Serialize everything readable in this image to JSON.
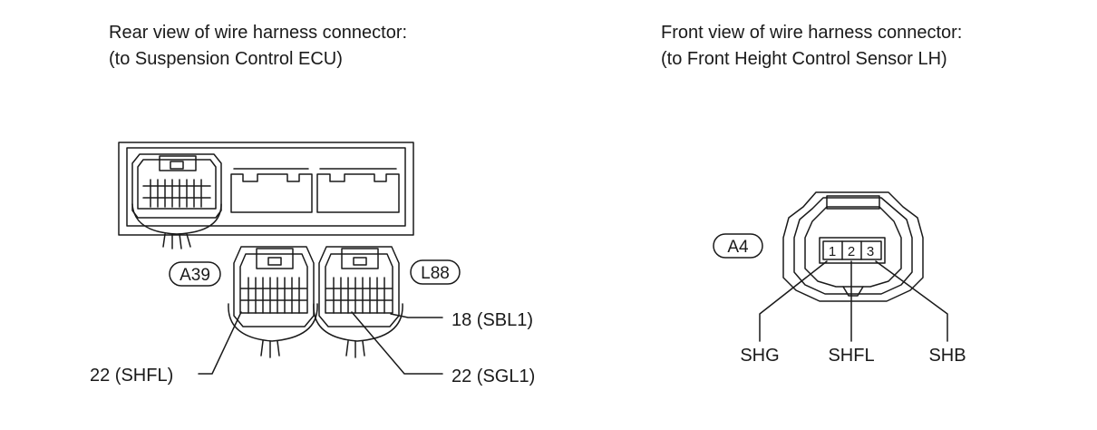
{
  "left_panel": {
    "title_line1": "Rear view of wire harness connector:",
    "title_line2": "(to Suspension Control ECU)",
    "connectors": [
      "A39",
      "L88"
    ],
    "pin_labels": {
      "shfl": "22 (SHFL)",
      "sbl1": "18 (SBL1)",
      "sgl1": "22 (SGL1)"
    }
  },
  "right_panel": {
    "title_line1": "Front view of wire harness connector:",
    "title_line2": "(to Front Height Control Sensor LH)",
    "connector": "A4",
    "pins": [
      "1",
      "2",
      "3"
    ],
    "signals": [
      "SHG",
      "SHFL",
      "SHB"
    ]
  }
}
